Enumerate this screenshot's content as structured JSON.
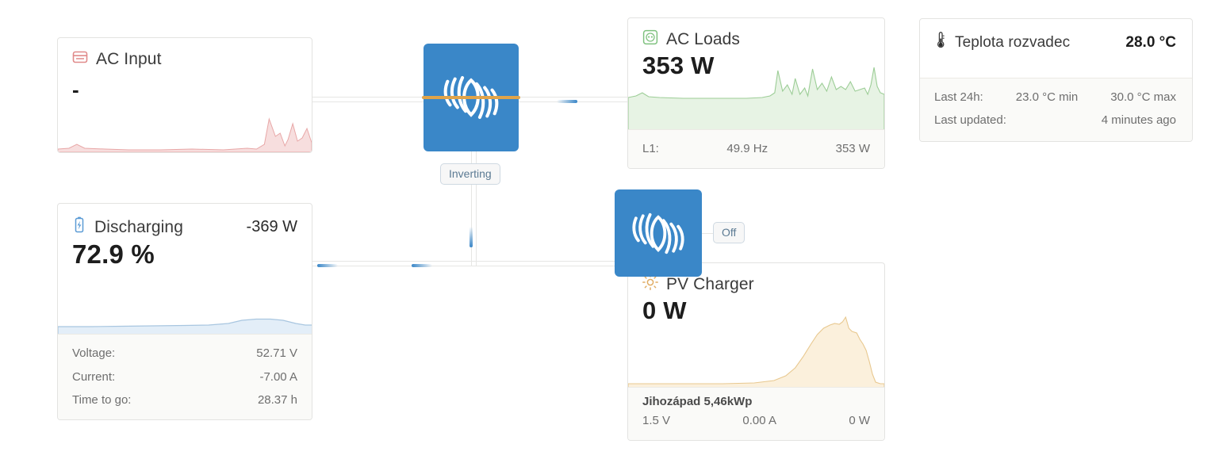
{
  "overview": {
    "ac_input": {
      "icon": "grid-icon",
      "title": "AC Input",
      "value": "-",
      "accent": "#e6a0a0"
    },
    "battery": {
      "icon": "battery-bolt-icon",
      "title": "Discharging",
      "power": "-369 W",
      "soc": "72.9 %",
      "accent": "#5b9bd5",
      "details": [
        {
          "label": "Voltage:",
          "value": "52.71 V"
        },
        {
          "label": "Current:",
          "value": "-7.00 A"
        },
        {
          "label": "Time to go:",
          "value": "28.37 h"
        }
      ]
    },
    "ac_loads": {
      "icon": "power-socket-icon",
      "title": "AC Loads",
      "value": "353 W",
      "accent": "#8dc68d",
      "phase": {
        "label": "L1:",
        "frequency": "49.9 Hz",
        "power": "353 W"
      }
    },
    "pv_charger": {
      "icon": "sun-icon",
      "title": "PV Charger",
      "value": "0 W",
      "accent": "#e8b96a",
      "tracker_name": "Jihozápad 5,46kWp",
      "tracker": {
        "voltage": "1.5 V",
        "current": "0.00 A",
        "power": "0 W"
      }
    },
    "temperature": {
      "icon": "thermometer-icon",
      "title": "Teplota rozvadec",
      "value": "28.0 °C",
      "rows": [
        {
          "label": "Last 24h:",
          "mid": "23.0 °C min",
          "right": "30.0 °C max"
        },
        {
          "label": "Last updated:",
          "mid": "",
          "right": "4 minutes ago"
        }
      ]
    },
    "devices": [
      {
        "name": "inverter-charger",
        "icon": "victron-logo",
        "badge": "Inverting",
        "color": "#3a87c8"
      },
      {
        "name": "solar-charger",
        "icon": "victron-logo",
        "badge": "Off",
        "color": "#3a87c8"
      }
    ],
    "flow": {
      "ac_bus_color": "#e0a44a",
      "pulse_color": "#3a87c8",
      "line_color": "#e6e6e4"
    }
  }
}
